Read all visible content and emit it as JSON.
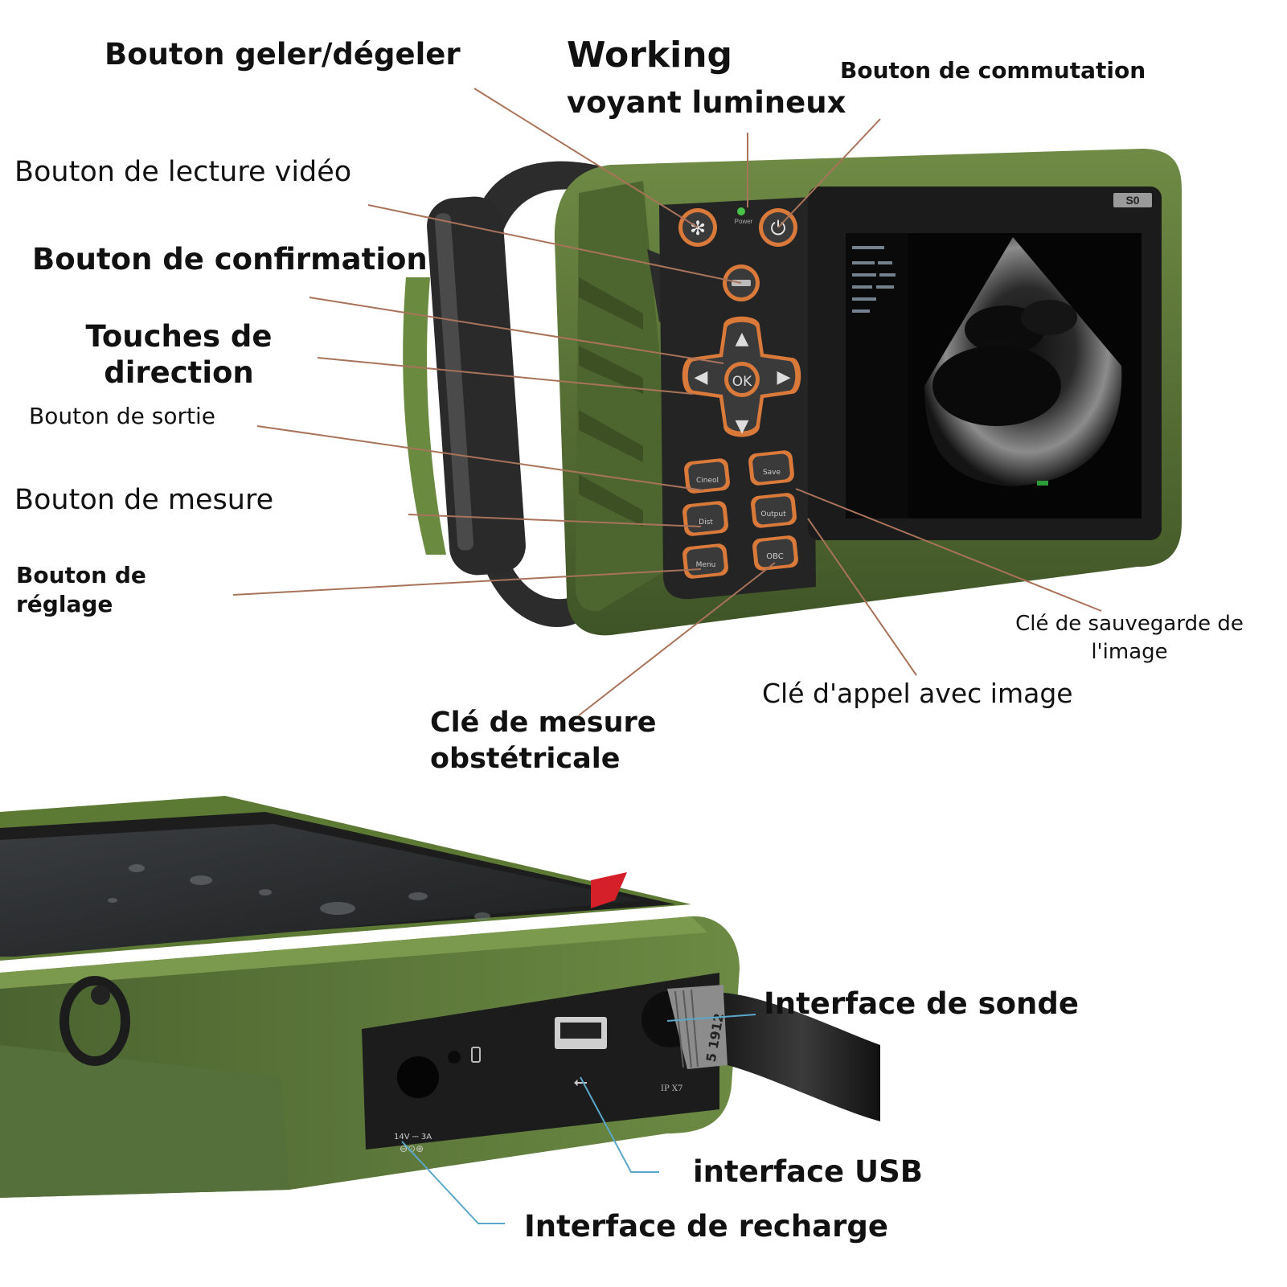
{
  "callouts": {
    "freeze_button": "Bouton geler/dégeler",
    "working_light_line1": "Working",
    "working_light_line2": "voyant lumineux",
    "switch_button": "Bouton de commutation",
    "video_playback_button": "Bouton de lecture vidéo",
    "confirm_button": "Bouton de confirmation",
    "direction_keys_line1": "Touches de",
    "direction_keys_line2": "direction",
    "exit_button": "Bouton de sortie",
    "measure_button": "Bouton de mesure",
    "settings_button_line1": "Bouton de",
    "settings_button_line2": "réglage",
    "save_image_key_line1": "Clé de sauvegarde de",
    "save_image_key_line2": "l'image",
    "recall_image_key": "Clé d'appel avec image",
    "obstetric_key_line1": "Clé de mesure",
    "obstetric_key_line2": "obstétricale",
    "probe_interface": "Interface de sonde",
    "usb_interface": "interface USB",
    "charging_interface": "Interface de recharge"
  },
  "device": {
    "model_badge": "S0",
    "power_led_label": "Power",
    "ok_key": "OK",
    "keys": [
      "Cineol",
      "Save",
      "Dist",
      "Output",
      "Menu",
      "OBC"
    ],
    "port_voltage": "14V ⎓ 3A",
    "probe_port_label": "IP X7",
    "probe_serial": "5 1912"
  },
  "colors": {
    "shell_green": "#5f7a3a",
    "shell_dark_green": "#3f5426",
    "key_orange": "#d9793a",
    "leader_line": "#a9735a",
    "port_leader": "#5aa7c8"
  }
}
